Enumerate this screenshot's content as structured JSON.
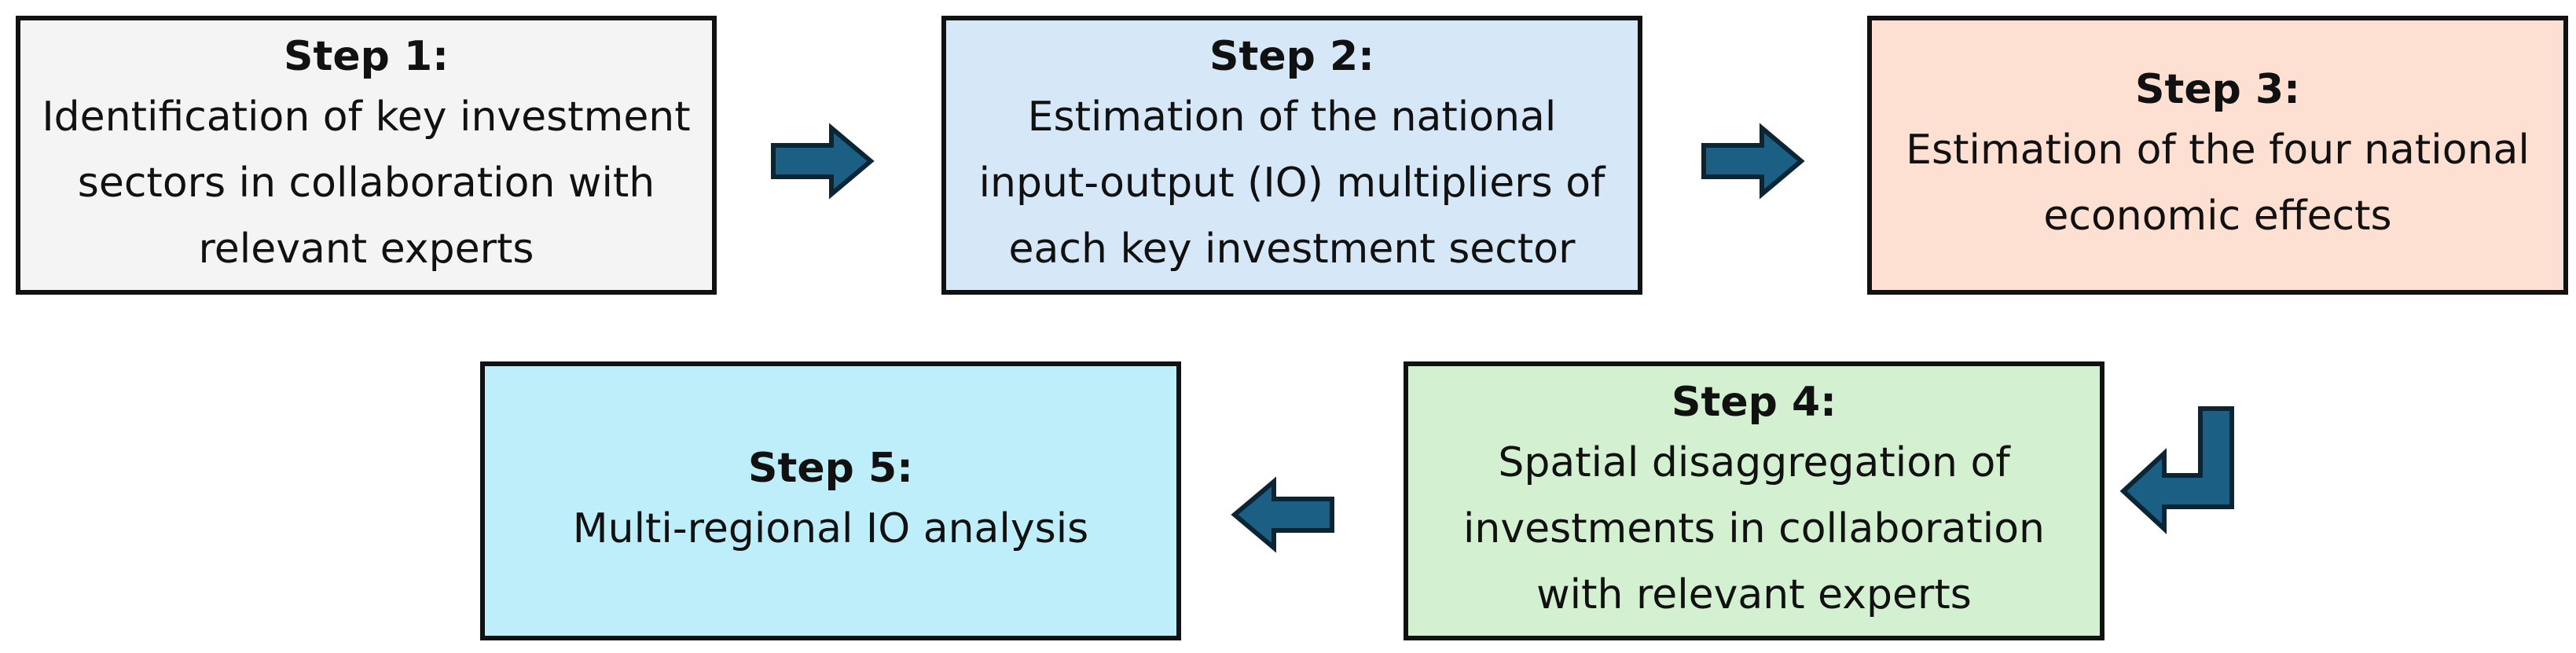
{
  "colors": {
    "step1_fill": "#f4f4f4",
    "step2_fill": "#d6e8f7",
    "step3_fill": "#fde0d2",
    "step4_fill": "#d3f0d0",
    "step5_fill": "#bfeefb",
    "border": "#111111",
    "arrow_fill": "#1b5f84",
    "arrow_stroke": "#0b2535"
  },
  "steps": [
    {
      "title": "Step 1:",
      "lines": [
        "Identification of key investment",
        "sectors in collaboration with",
        "relevant experts"
      ]
    },
    {
      "title": "Step 2:",
      "lines": [
        "Estimation of the national",
        "input-output (IO) multipliers of",
        "each key investment sector"
      ]
    },
    {
      "title": "Step 3:",
      "lines": [
        "Estimation of the four national",
        "economic effects"
      ]
    },
    {
      "title": "Step 4:",
      "lines": [
        "Spatial disaggregation of",
        "investments in collaboration",
        "with relevant experts"
      ]
    },
    {
      "title": "Step 5:",
      "lines": [
        "Multi-regional IO analysis"
      ]
    }
  ],
  "arrows": [
    {
      "name": "arrow-step1-to-step2",
      "direction": "right"
    },
    {
      "name": "arrow-step2-to-step3",
      "direction": "right"
    },
    {
      "name": "arrow-step3-to-step4",
      "direction": "down-left-bent"
    },
    {
      "name": "arrow-step4-to-step5",
      "direction": "left"
    }
  ]
}
